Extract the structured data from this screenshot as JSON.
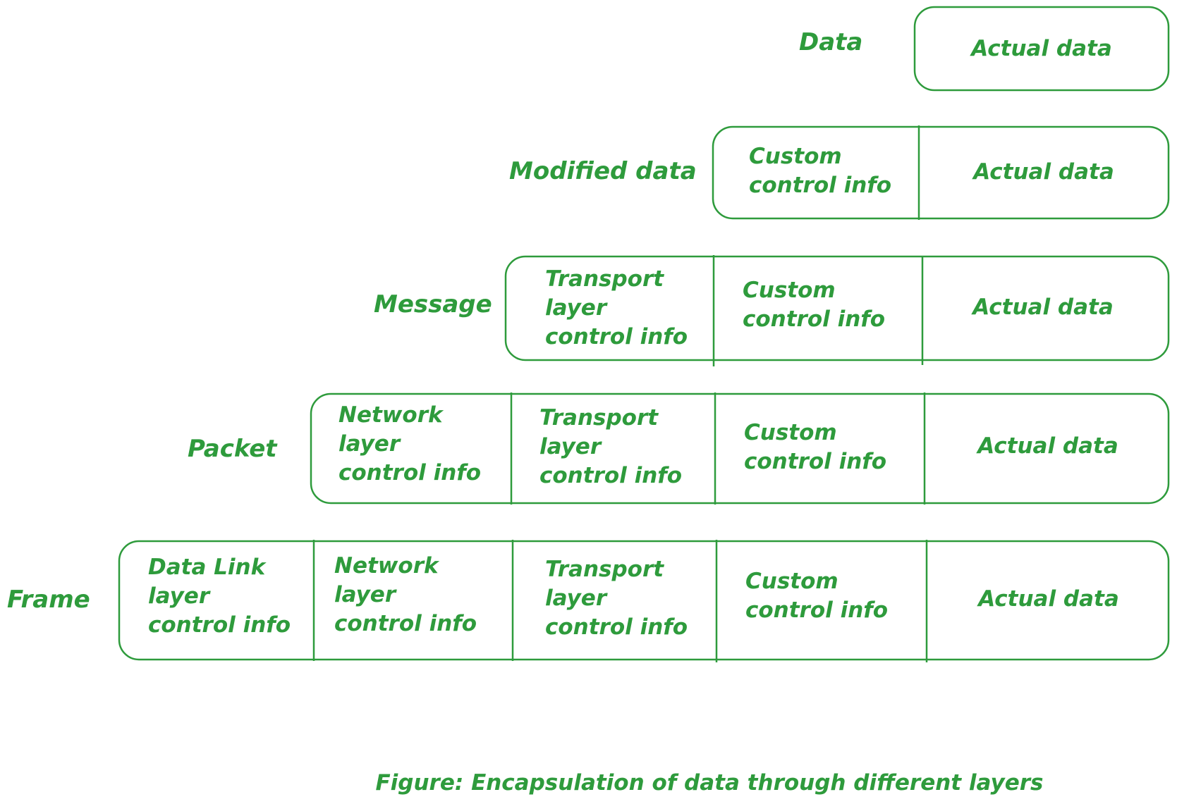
{
  "rows": [
    {
      "label": "Data",
      "cells": [
        "Actual data"
      ]
    },
    {
      "label": "Modified data",
      "cells": [
        "Custom control info",
        "Actual data"
      ]
    },
    {
      "label": "Message",
      "cells": [
        "Transport layer control info",
        "Custom control info",
        "Actual data"
      ]
    },
    {
      "label": "Packet",
      "cells": [
        "Network layer control info",
        "Transport layer control info",
        "Custom control info",
        "Actual data"
      ]
    },
    {
      "label": "Frame",
      "cells": [
        "Data Link layer control info",
        "Network layer control info",
        "Transport layer control info",
        "Custom control info",
        "Actual data"
      ]
    }
  ],
  "caption": "Figure: Encapsulation of data through different layers",
  "colors": {
    "stroke": "#2e9b3c",
    "text": "#2e9b3c",
    "background": "#ffffff"
  }
}
